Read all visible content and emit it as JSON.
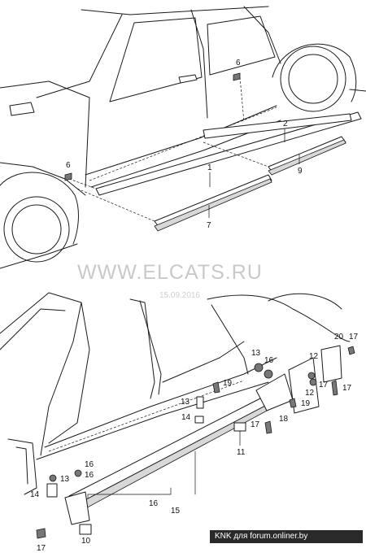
{
  "watermark": {
    "site": "WWW.ELCATS.RU",
    "date": "15.09.2016"
  },
  "credit": "KNK для forum.onliner.by",
  "callouts": {
    "c1": "1",
    "c2": "2",
    "c6a": "6",
    "c6b": "6",
    "c7": "7",
    "c9": "9",
    "c10": "10",
    "c11": "11",
    "c12a": "12",
    "c12b": "12",
    "c13a": "13",
    "c13b": "13",
    "c13c": "13",
    "c14": "14",
    "c15": "15",
    "c16a": "16",
    "c16b": "16",
    "c16c": "16",
    "c17a": "17",
    "c17b": "17",
    "c17c": "17",
    "c17d": "17",
    "c17e": "17",
    "c18": "18",
    "c19a": "19",
    "c19b": "19",
    "c20": "20"
  }
}
